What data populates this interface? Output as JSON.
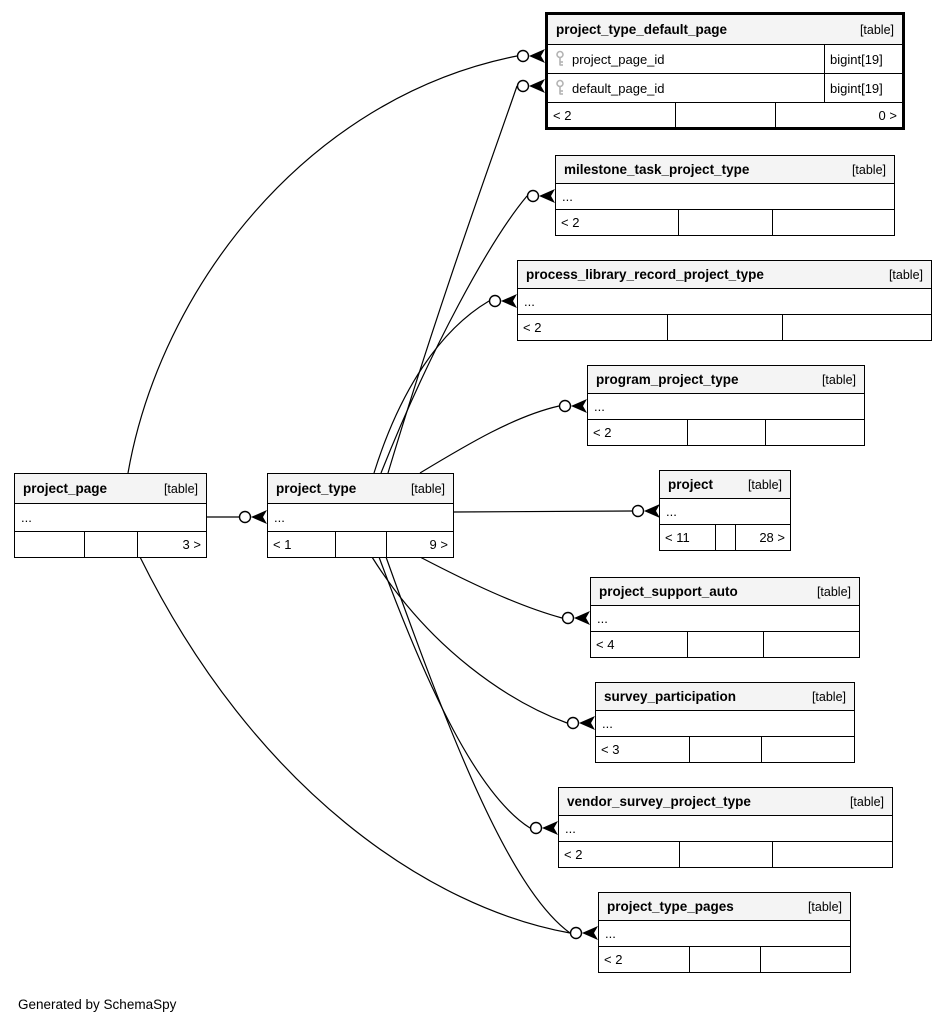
{
  "diagram": {
    "generator": "Generated by SchemaSpy",
    "table_tag": "[table]",
    "ellipsis": "...",
    "line_color": "#000000",
    "header_bg": "#f4f4f4"
  },
  "tables": {
    "project_type_default_page": {
      "name": "project_type_default_page",
      "tag": "[table]",
      "columns": [
        {
          "name": "project_page_id",
          "type": "bigint[19]",
          "icon": "primary-key-icon"
        },
        {
          "name": "default_page_id",
          "type": "bigint[19]",
          "icon": "primary-key-icon"
        }
      ],
      "foot_left": "< 2",
      "foot_right": "0 >"
    },
    "milestone_task_project_type": {
      "name": "milestone_task_project_type",
      "tag": "[table]",
      "body": "...",
      "foot_left": "< 2",
      "foot_right": ""
    },
    "process_library_record_project_type": {
      "name": "process_library_record_project_type",
      "tag": "[table]",
      "body": "...",
      "foot_left": "< 2",
      "foot_right": ""
    },
    "program_project_type": {
      "name": "program_project_type",
      "tag": "[table]",
      "body": "...",
      "foot_left": "< 2",
      "foot_right": ""
    },
    "project_page": {
      "name": "project_page",
      "tag": "[table]",
      "body": "...",
      "foot_left": "",
      "foot_right": "3 >"
    },
    "project_type": {
      "name": "project_type",
      "tag": "[table]",
      "body": "...",
      "foot_left": "< 1",
      "foot_right": "9 >"
    },
    "project": {
      "name": "project",
      "tag": "[table]",
      "body": "...",
      "foot_left": "< 11",
      "foot_right": "28 >"
    },
    "project_support_auto": {
      "name": "project_support_auto",
      "tag": "[table]",
      "body": "...",
      "foot_left": "< 4",
      "foot_right": ""
    },
    "survey_participation": {
      "name": "survey_participation",
      "tag": "[table]",
      "body": "...",
      "foot_left": "< 3",
      "foot_right": ""
    },
    "vendor_survey_project_type": {
      "name": "vendor_survey_project_type",
      "tag": "[table]",
      "body": "...",
      "foot_left": "< 2",
      "foot_right": ""
    },
    "project_type_pages": {
      "name": "project_type_pages",
      "tag": "[table]",
      "body": "...",
      "foot_left": "< 2",
      "foot_right": ""
    }
  }
}
